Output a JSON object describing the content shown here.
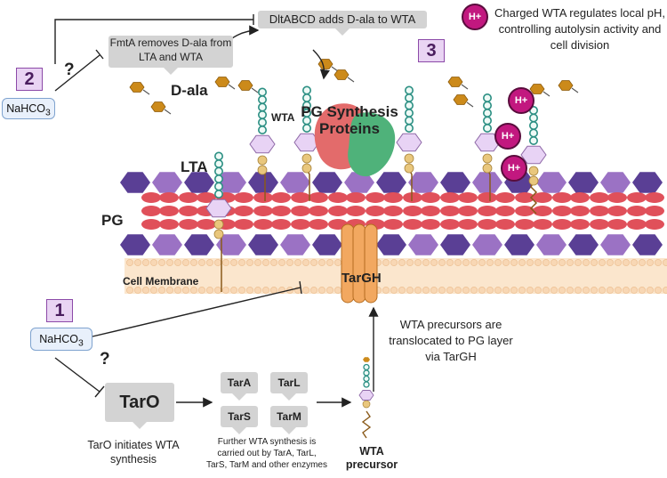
{
  "step_labels": [
    "2",
    "3",
    "1"
  ],
  "nahco3_label": "NaHCO3",
  "question_mark": "?",
  "dltabcd_text": "DltABCD adds D-ala to WTA",
  "fmta_text": "FmtA removes D-ala from LTA and WTA",
  "d_ala_label": "D-ala",
  "wta_label": "WTA",
  "lta_label": "LTA",
  "pg_label": "PG",
  "pg_synthesis_label": "PG Synthesis Proteins",
  "cell_membrane_label": "Cell Membrane",
  "targh_label": "TarGH",
  "hplus_label": "H+",
  "charged_wta_text": "Charged WTA regulates local pH, controlling autolysin activity and cell division",
  "translocation_text": "WTA precursors are translocated to PG layer via TarGH",
  "taro_label": "TarO",
  "taro_text": "TarO initiates WTA synthesis",
  "enzymes": [
    "TarA",
    "TarL",
    "TarS",
    "TarM"
  ],
  "further_text": "Further WTA synthesis is carried out by TarA, TarL, TarS, TarM and other enzymes",
  "wta_precursor_label": "WTA precursor",
  "colors": {
    "pg_glycan_purple": "#5a3f95",
    "pg_light_purple": "#9b72c4",
    "peptide_red": "#e0505a",
    "membrane_orange": "#f8d7b4",
    "lta_teal": "#2b8f83",
    "glycerol_tan": "#e9c77d",
    "wta_hexagon": "#e8d3f5",
    "d_ala_gold": "#cc8a1a",
    "hplus_magenta": "#c2187f",
    "targh_orange": "#f2a860",
    "box_purple": "#e9d4f3",
    "box_blue": "#e8f0fb"
  }
}
